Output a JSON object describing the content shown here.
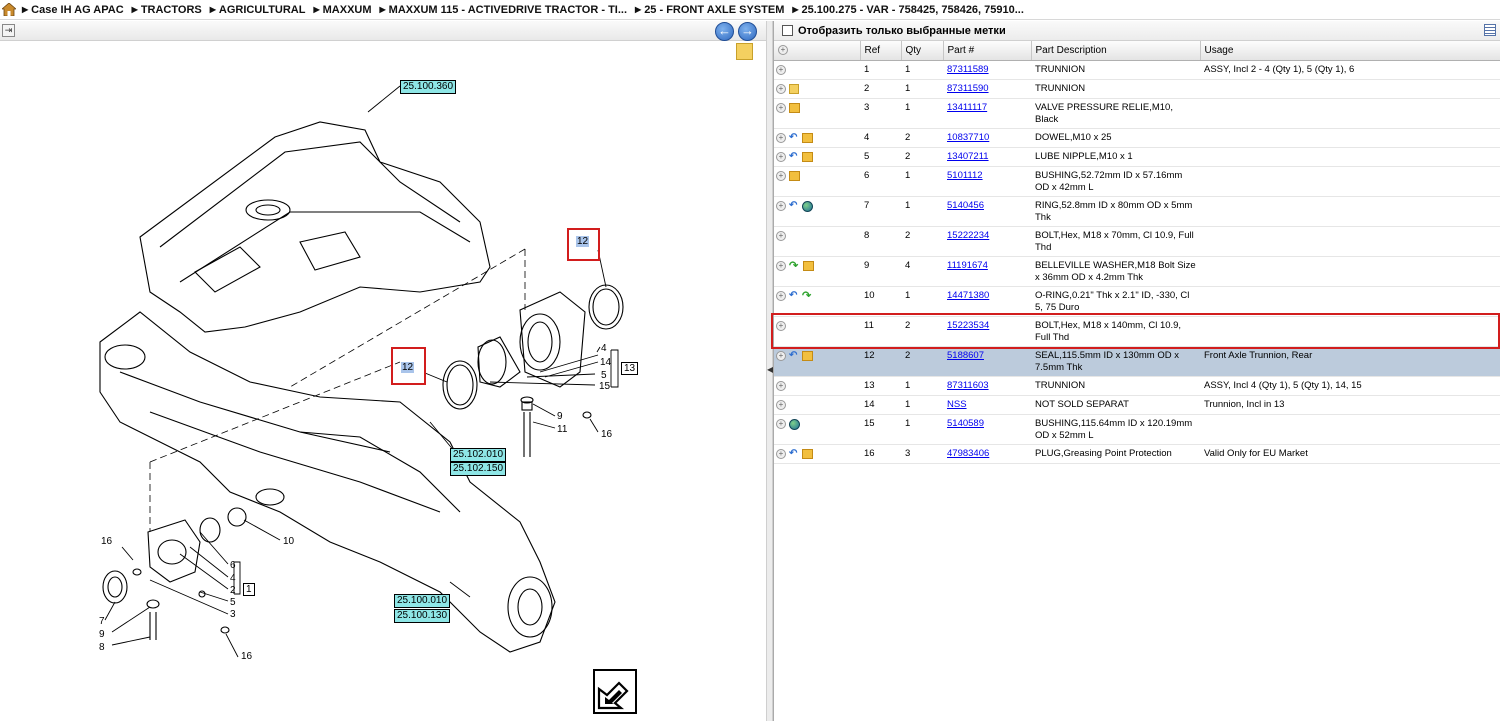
{
  "breadcrumb": {
    "items": [
      "Case IH AG APAC",
      "TRACTORS",
      "AGRICULTURAL",
      "MAXXUM",
      "MAXXUM 115 - ACTIVEDRIVE TRACTOR - TI...",
      "25 - FRONT AXLE SYSTEM",
      "25.100.275 - VAR - 758425, 758426, 75910..."
    ]
  },
  "nav": {
    "prev": "←",
    "next": "→"
  },
  "filter": {
    "label": "Отобразить только выбранные метки"
  },
  "diagram": {
    "labels": [
      "25.100.360",
      "25.102.010",
      "25.102.150",
      "25.100.010",
      "25.100.130"
    ],
    "callouts": [
      "12",
      "12",
      "4",
      "14",
      "5",
      "15",
      "13",
      "9",
      "11",
      "16",
      "10",
      "16",
      "6",
      "4",
      "2",
      "5",
      "3",
      "1",
      "7",
      "9",
      "8",
      "16"
    ]
  },
  "table": {
    "headers": [
      "Ref",
      "Qty",
      "Part #",
      "Part Description",
      "Usage"
    ],
    "rows": [
      {
        "ref": "1",
        "qty": "1",
        "part": "87311589",
        "desc": "TRUNNION",
        "usage": "ASSY, Incl 2 - 4 (Qty 1), 5 (Qty 1), 6",
        "icons": []
      },
      {
        "ref": "2",
        "qty": "1",
        "part": "87311590",
        "desc": "TRUNNION",
        "usage": "",
        "icons": [
          "note"
        ]
      },
      {
        "ref": "3",
        "qty": "1",
        "part": "13411117",
        "desc": "VALVE PRESSURE RELIE,M10, Black",
        "usage": "",
        "icons": [
          "box"
        ]
      },
      {
        "ref": "4",
        "qty": "2",
        "part": "10837710",
        "desc": "DOWEL,M10 x 25",
        "usage": "",
        "icons": [
          "arrow",
          "box"
        ]
      },
      {
        "ref": "5",
        "qty": "2",
        "part": "13407211",
        "desc": "LUBE NIPPLE,M10 x 1",
        "usage": "",
        "icons": [
          "arrow",
          "box"
        ]
      },
      {
        "ref": "6",
        "qty": "1",
        "part": "5101112",
        "desc": "BUSHING,52.72mm ID x 57.16mm OD x 42mm L",
        "usage": "",
        "icons": [
          "box"
        ]
      },
      {
        "ref": "7",
        "qty": "1",
        "part": "5140456",
        "desc": "RING,52.8mm ID x 80mm OD x 5mm Thk",
        "usage": "",
        "icons": [
          "arrow",
          "globe"
        ]
      },
      {
        "ref": "8",
        "qty": "2",
        "part": "15222234",
        "desc": "BOLT,Hex, M18 x 70mm, Cl 10.9, Full Thd",
        "usage": "",
        "icons": []
      },
      {
        "ref": "9",
        "qty": "4",
        "part": "11191674",
        "desc": "BELLEVILLE WASHER,M18 Bolt Size x 36mm OD x 4.2mm Thk",
        "usage": "",
        "icons": [
          "green-arrow",
          "box"
        ]
      },
      {
        "ref": "10",
        "qty": "1",
        "part": "14471380",
        "desc": "O-RING,0.21\" Thk x 2.1\" ID, -330, Cl 5, 75 Duro",
        "usage": "",
        "icons": [
          "arrow",
          "green-arrow"
        ]
      },
      {
        "ref": "11",
        "qty": "2",
        "part": "15223534",
        "desc": "BOLT,Hex, M18 x 140mm, Cl 10.9, Full Thd",
        "usage": "",
        "icons": []
      },
      {
        "ref": "12",
        "qty": "2",
        "part": "5188607",
        "desc": "SEAL,115.5mm ID x 130mm OD x 7.5mm Thk",
        "usage": "Front Axle Trunnion, Rear",
        "icons": [
          "arrow",
          "box"
        ],
        "selected": true
      },
      {
        "ref": "13",
        "qty": "1",
        "part": "87311603",
        "desc": "TRUNNION",
        "usage": "ASSY, Incl 4 (Qty 1), 5 (Qty 1), 14, 15",
        "icons": []
      },
      {
        "ref": "14",
        "qty": "1",
        "part": "NSS",
        "desc": "NOT SOLD SEPARAT",
        "usage": "Trunnion, Incl in 13",
        "icons": []
      },
      {
        "ref": "15",
        "qty": "1",
        "part": "5140589",
        "desc": "BUSHING,115.64mm ID x 120.19mm OD x 52mm L",
        "usage": "",
        "icons": [
          "globe"
        ]
      },
      {
        "ref": "16",
        "qty": "3",
        "part": "47983406",
        "desc": "PLUG,Greasing Point Protection",
        "usage": "Valid Only for EU Market",
        "icons": [
          "arrow",
          "box"
        ]
      }
    ]
  }
}
